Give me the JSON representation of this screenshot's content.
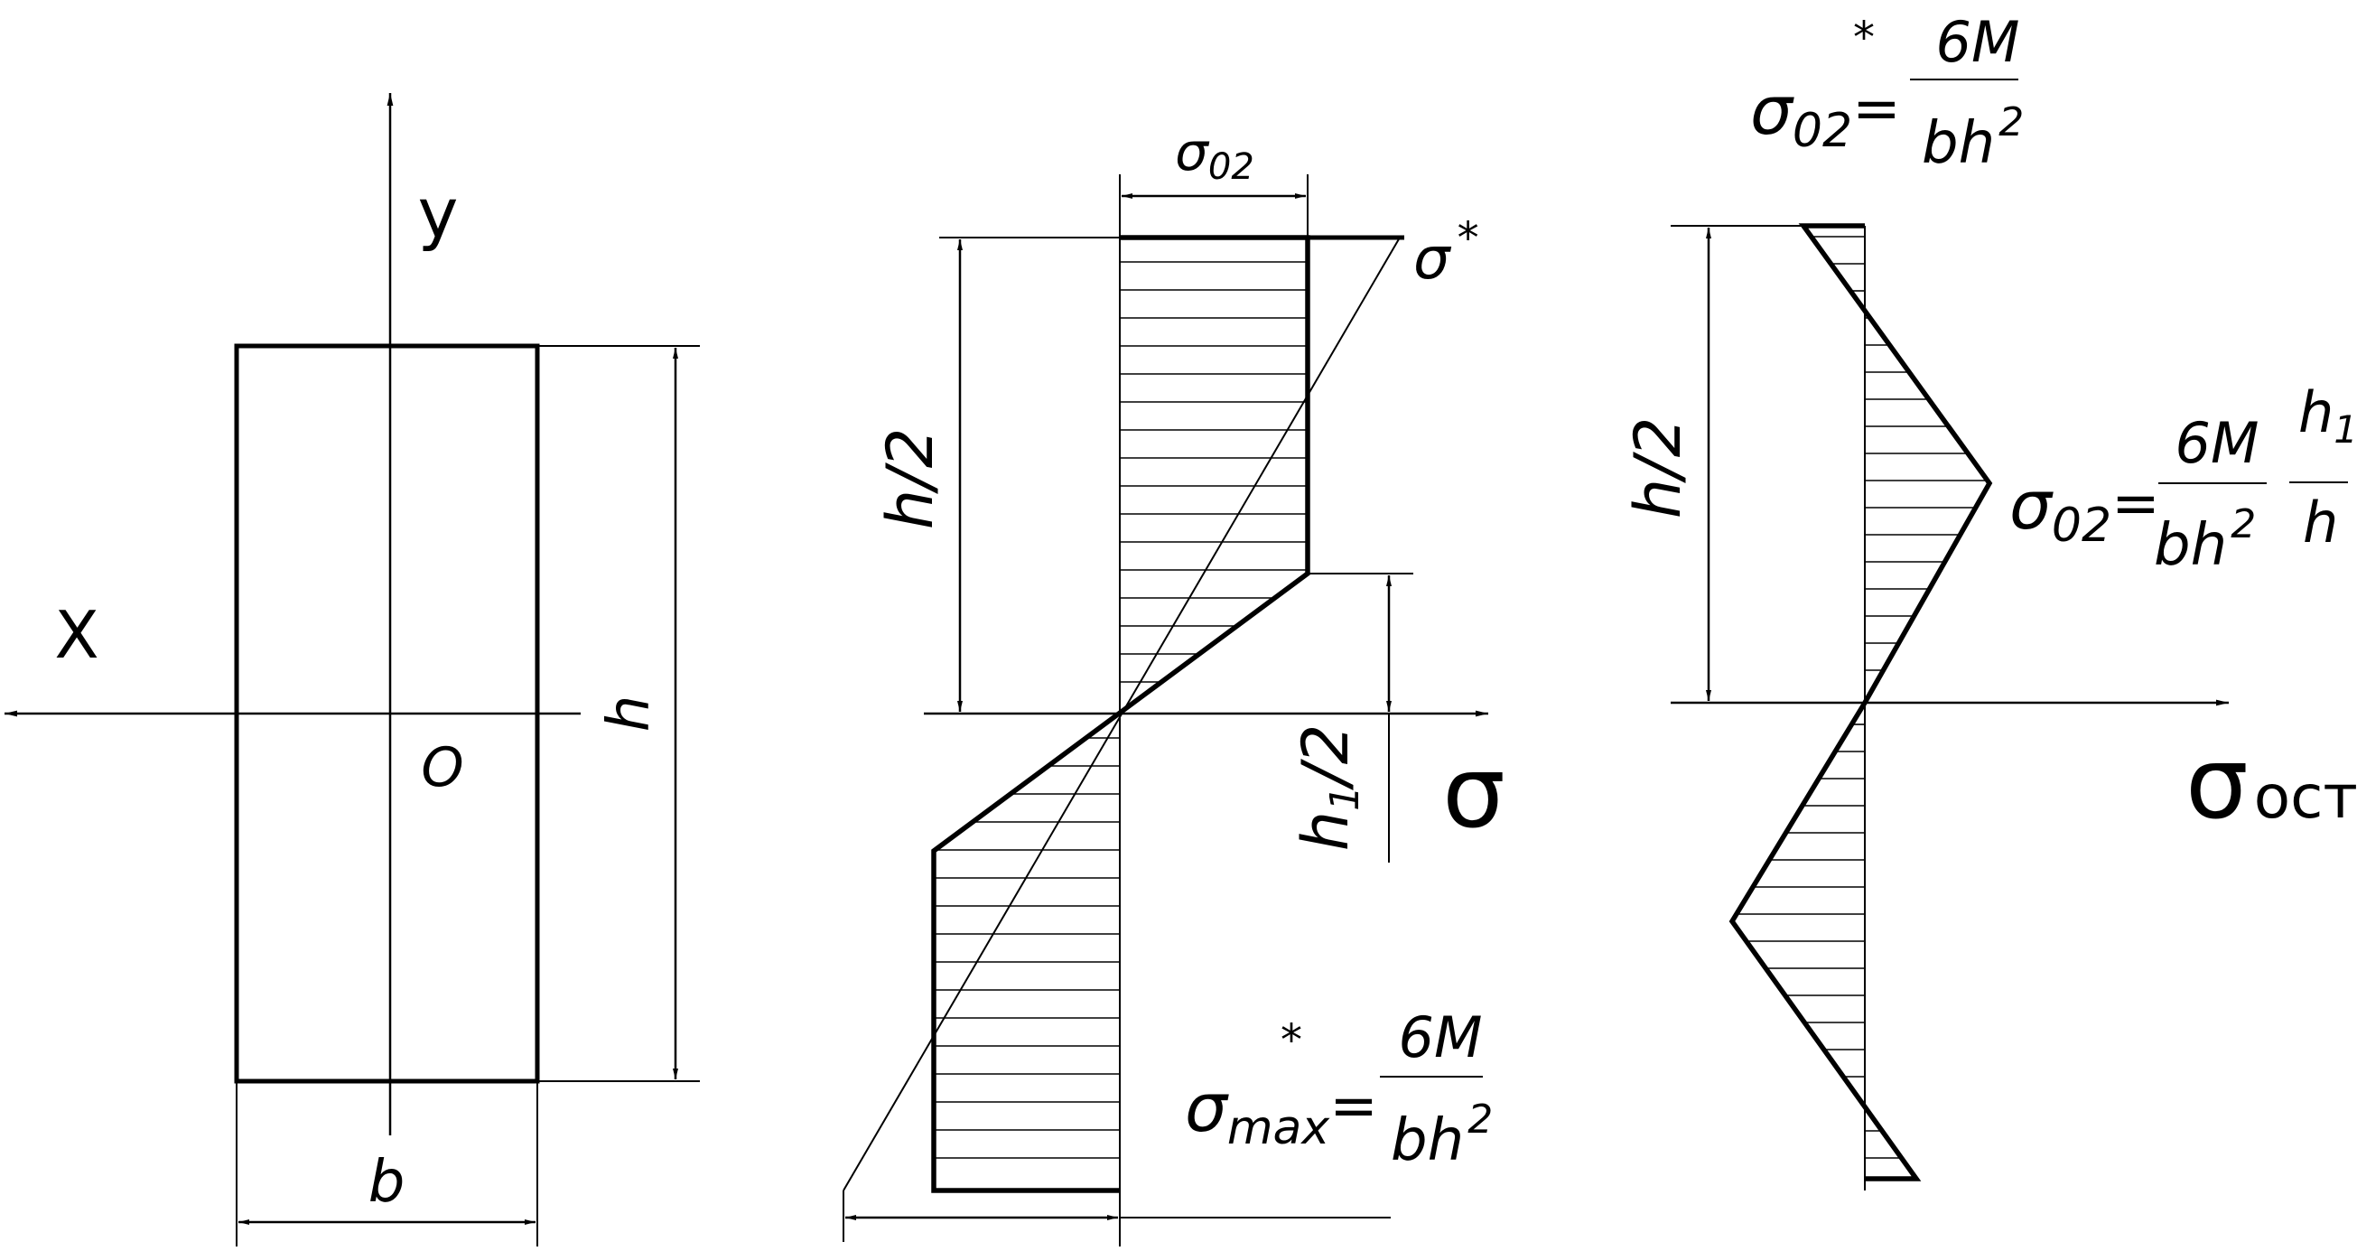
{
  "section": {
    "axis_x": "X",
    "axis_y": "y",
    "origin": "O",
    "width": "b",
    "height": "h"
  },
  "elastoplastic": {
    "yield_stress": "σ",
    "yield_stress_sub": "02",
    "elastic_stress": "σ",
    "elastic_stress_sup": "*",
    "half_height": "h/2",
    "core_half_height": "h",
    "core_half_height_sub": "1",
    "core_half_height_rest": "/2",
    "axis": "σ",
    "formula_lhs": "σ",
    "formula_sub": "max",
    "formula_sup": "*",
    "formula_eq": "=",
    "formula_num": "6M",
    "formula_den": "bh",
    "formula_den_sup": "2"
  },
  "residual": {
    "half_height": "h/2",
    "axis": "σ",
    "axis_sub": "ост",
    "top_lhs": "σ",
    "top_sub": "02",
    "top_sup": "*",
    "top_eq": "=",
    "top_num": "6M",
    "top_den": "bh",
    "top_den_sup": "2",
    "mid_lhs": "σ",
    "mid_sub": "02",
    "mid_eq": "=",
    "mid_num": "6M",
    "mid_den": "bh",
    "mid_den_sup": "2",
    "mid_ratio_num": "h",
    "mid_ratio_num_sub": "1",
    "mid_ratio_den": "h"
  }
}
